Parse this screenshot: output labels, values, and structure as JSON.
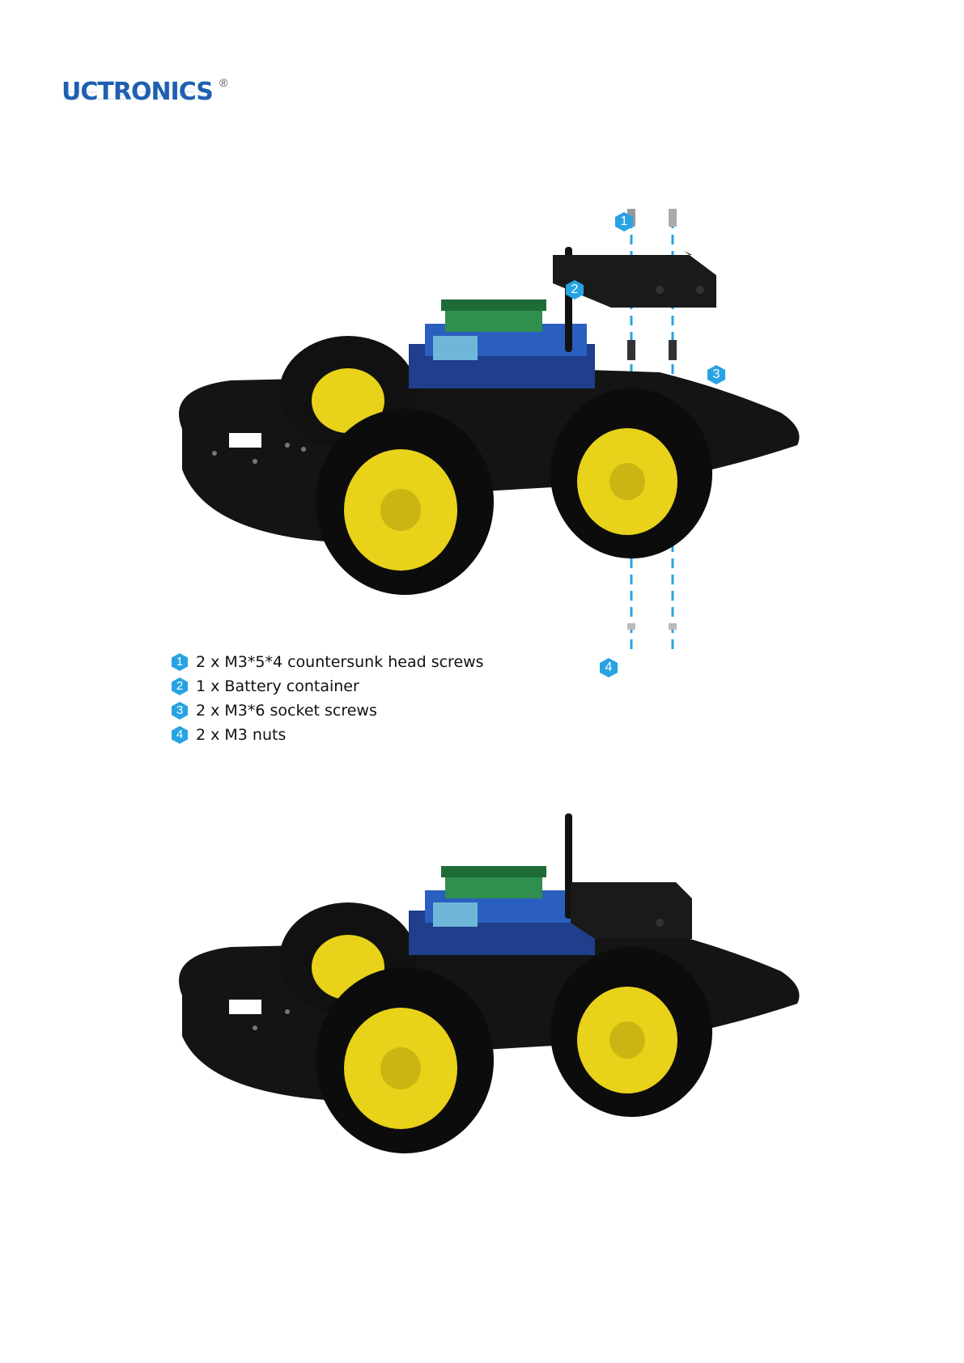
{
  "brand": {
    "name": "UCTRONICS",
    "registered": "®",
    "color": "#1f5fb0"
  },
  "accent": "#27a3e3",
  "callouts": [
    "1",
    "2",
    "3",
    "4"
  ],
  "legend": [
    {
      "num": "1",
      "text": "2 x M3*5*4 countersunk head screws"
    },
    {
      "num": "2",
      "text": "1 x Battery container"
    },
    {
      "num": "3",
      "text": "2 x M3*6 socket screws"
    },
    {
      "num": "4",
      "text": "2 x M3 nuts"
    }
  ]
}
